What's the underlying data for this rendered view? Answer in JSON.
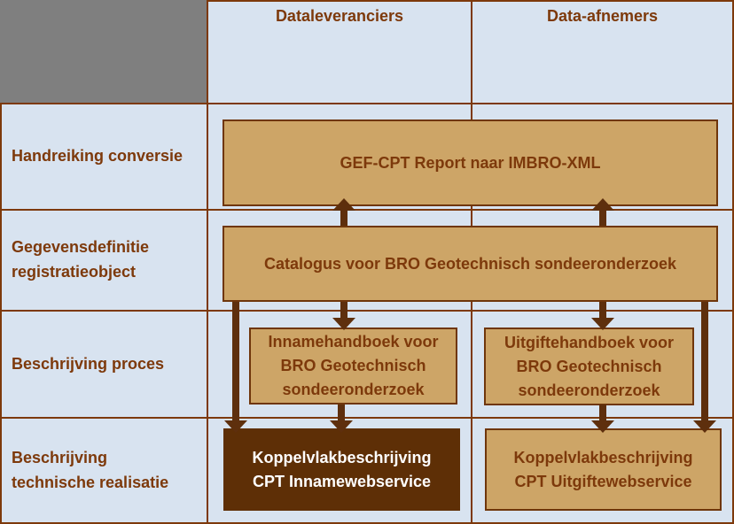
{
  "columns": [
    {
      "label": "Dataleveranciers"
    },
    {
      "label": "Data-afnemers"
    }
  ],
  "rows": [
    {
      "label": "Handreiking conversie"
    },
    {
      "label": "Gegevensdefinitie registratieobject"
    },
    {
      "label": "Beschrijving proces"
    },
    {
      "label": "Beschrijving technische realisatie"
    }
  ],
  "boxes": {
    "gef": "GEF-CPT Report naar IMBRO-XML",
    "catalogus": "Catalogus voor BRO Geotechnisch sondeeronderzoek",
    "innamehandboek": "Innamehandboek voor BRO Geotechnisch sondeeronderzoek",
    "uitgiftehandboek": "Uitgiftehandboek voor BRO Geotechnisch sondeeronderzoek",
    "koppelvlak_inname": "Koppelvlakbeschrijving CPT Innamewebservice",
    "koppelvlak_uitgifte": "Koppelvlakbeschrijving CPT Uitgiftewebservice"
  },
  "arrows": [
    {
      "from": "catalogus",
      "to": "gef",
      "direction": "up",
      "column": "dataleveranciers"
    },
    {
      "from": "catalogus",
      "to": "gef",
      "direction": "up",
      "column": "data-afnemers"
    },
    {
      "from": "catalogus",
      "to": "innamehandboek",
      "direction": "down"
    },
    {
      "from": "catalogus",
      "to": "uitgiftehandboek",
      "direction": "down"
    },
    {
      "from": "innamehandboek",
      "to": "koppelvlak_inname",
      "direction": "down"
    },
    {
      "from": "uitgiftehandboek",
      "to": "koppelvlak_uitgifte",
      "direction": "down"
    },
    {
      "from": "catalogus",
      "to": "koppelvlak_inname",
      "direction": "down",
      "path": "long-left"
    },
    {
      "from": "catalogus",
      "to": "koppelvlak_uitgifte",
      "direction": "down",
      "path": "long-right"
    }
  ],
  "colors": {
    "background": "#d8e3f0",
    "gray_cell": "#7f7f7f",
    "grid_line": "#7d390b",
    "box_fill": "#cda567",
    "box_border": "#6f360b",
    "dark_box_fill": "#5e2f06",
    "arrow": "#5e2f0d",
    "text_brown": "#7d390b",
    "text_white": "#ffffff"
  }
}
